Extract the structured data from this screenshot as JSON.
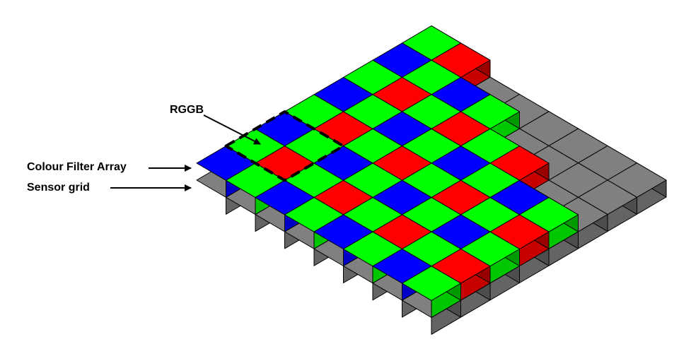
{
  "labels": {
    "rggb": "RGGB",
    "colour_filter_array": "Colour Filter Array",
    "sensor_grid": "Sensor grid"
  },
  "colors": {
    "red": "#ff0000",
    "green": "#00ff00",
    "blue": "#0000ff",
    "sensor": "#808080",
    "outline": "#000000",
    "dashed_outline": "#000000"
  },
  "filter_pattern": "RGGB Bayer mosaic",
  "sensor_grid_size": [
    8,
    8
  ],
  "filter_row_lengths": [
    8,
    8,
    7,
    7,
    6,
    6,
    5,
    5
  ]
}
